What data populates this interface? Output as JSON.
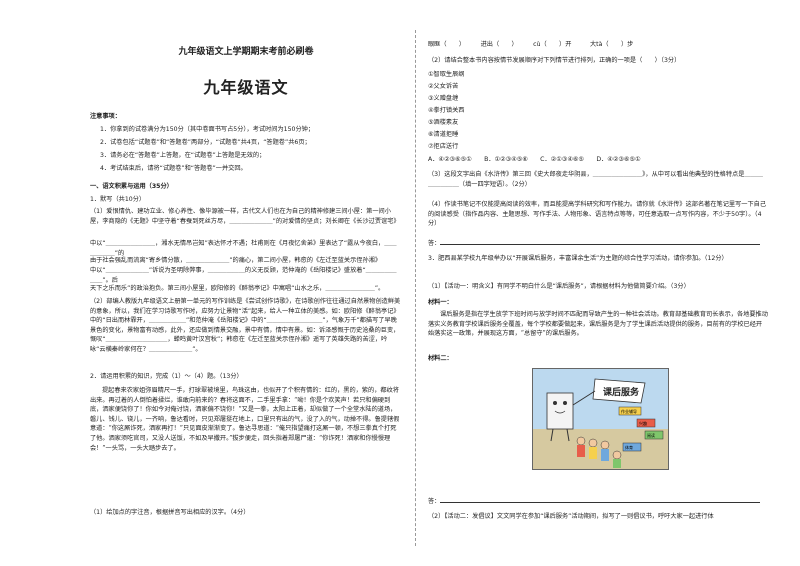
{
  "header": {
    "subtitle": "九年级语文上学期期末考前必刷卷",
    "title": "九年级语文"
  },
  "notes": {
    "heading": "注意事项：",
    "items": [
      "1．你拿到的试卷满分为150分（其中卷面书写占5分），考试时间为150分钟；",
      "2．试卷包括“试题卷”和“答题卷”两部分，“试题卷”共4页，“答题卷”共6页；",
      "3．请务必在“答题卷”上答题，在“试题卷”上答题是无效的；",
      "4．考试结束后，请将“试题卷”和“答题卷”一并交回。"
    ]
  },
  "left": {
    "section1": "一、语文积累与运用（35分）",
    "q1": "1．默写（共10分）",
    "q1_1": "（1）爱恨情仇、建功立业、修心养性、像毕源被一样，古代文人们也在为自己的精神修建三间小屋：第一间小屋，李商隐的《无题》中坚守着“春蚕到死丝方尽，＿＿＿＿＿＿＿”的对爱情的坚贞；刘长卿在《长沙过贾谊宅》",
    "q1_1b": "中以“＿＿＿＿＿＿＿＿，湘水无情吊岂知”表达怀才不遇；杜甫则在《月夜忆舍弟》里表达了“露从今夜白，＿＿＿＿＿＿”的",
    "q1_1c": "由于社会强乱而流离“寄乡情分散，＿＿＿＿＿＿＿”的痛心，第二间小屋，韩愈的《左迁至蓝关示侄孙湘》",
    "q1_1d": "中以“＿＿＿＿＿＿＿”诉说为圣明除弊事，＿＿＿＿＿＿的义无反顾，范仲淹的《岳阳楼记》盛放着“＿＿＿＿＿＿＿”。后",
    "q1_1e": "天下之乐而乐”的政治抱负。第三间小屋里，欧阳修的《醉翁亭记》中寓唱“山水之乐，＿＿＿＿＿＿＿＿”。",
    "q1_2": "（2）部编人教版九年级语文上册第一单元的写作训练是《尝试创作诗歌》，在诗歌创作往往通过自然景物创造鲜美的意象，所以，我们在学习诗歌写作时，应努力让景物“活”起来，给人一种立体的美感。如：欧阳修《醉翁亭记》中的“日出而林霏开，＿＿＿＿＿＿”和范仲淹《岳阳楼记》中的“＿＿＿＿＿＿＿＿＿”，气象万千”都描写了早晚景色的变化，景物富有动感，此外，还应做到情景交融，景中有情，情中有景。如：诉泽感慨于历史沧桑的巨变，慨叹“＿＿＿＿＿＿＿＿＿＿，蝉鸣黄叶汉宫秋”；韩愈在《左迁至蓝关示侄孙湘》遥写了英雄失路的苦涩，吟咏“云横秦岭家何在？＿＿＿＿＿＿＿”。",
    "q2": "2．请运用积累的知识，完成（1）～（4）题。（13分）",
    "passage": "提起春来农家姐弥眉精尺一手，打球翠被境里，鸟珠这由，也似开了个积有情的：红的，黑的，紫的，都纹将出来。再过着的人倒怕着揉烂，谁敢向前来的？春将这面不，二手里手拿：“呦！你是个欢笑声！若只和偏硬到底，洒家便饶你了！你如今对俺讨饶，洒家偏不饶你！”又是一拳，太阳上正着，却似做了一个全堂水陆的道场，磐儿、钱儿、铙儿，一齐响，鲁达看时，只见郑屠挺在地上，口里只有出的气，没了入的气，动掸不得。鲁提辖假意道：“你这厮诈死，洒家再打！”只见面皮渐渐变了。鲁达寻思道：“俺只指望痛打这厮一顿，不想三拳真个打死了他。洒家须吃官司，又没人送饭，不如及早撒开。”拔步便走，回头指着郑屠尸道：“你诈死！洒家和你慢慢理会！”一头骂，一头大踏步去了。",
    "q2_1": "（1）给加点的字注音，根据拼音写出相应的汉字。（4分）"
  },
  "right": {
    "pinyin_line": "眼眶（　　）　　　进出（　　）　　　cù（　　）开　　　大tà（　　）步",
    "q2_2": "（2）请结合整本书内容按情节发展顺序对下列情节进行排列，正确的一项是（　　）（3分）",
    "options": [
      "①智取生辰纲",
      "②父女诉苦",
      "③义赠盘缠",
      "④拳打镇关西",
      "⑤酒楼素友",
      "⑥清道拒睡",
      "⑦拒店送行"
    ],
    "choices": "A．④②③⑥⑤①　　B．①②③④⑤⑥　　C．②①③④⑥⑤　　D．④②③⑥⑤①",
    "q2_3": "（3）这段文字出自《水浒传》第三回《史大郎夜走华阴县，＿＿＿＿＿＿＿＿》，从中可以看出他典型的性格特点是＿＿＿＿＿＿＿＿（填一四字短语）。（2分）",
    "q2_4": "（4）作读书笔记不仅能提高阅读的效率，而且能提高学科研究和写作能力。请你就《水浒传》这部名著在笔记里写一下自己的阅读感受（指作品内容、主题思想、写作手法、人物形象、语言特点等等，可任意选取一点写作内容，不少于50字）。（4分）",
    "ans": "答：",
    "q3": "3．肥西县某学校九年级举办以“开展课后服务，丰富课余生活”为主题的综合性学习活动，请你参加。（12分）",
    "activity1": "（1）【活动一：明含义】有同学不明白什么是“课后服务”，请根据材料为他做简要介绍。（3分）",
    "material1_label": "材料一：",
    "material1": "课后服务是指在学生放学下班时间与放学时间不匹配而导致产生的一种社会活动。教育部基础教育司长表示，各地要推动落实义务教育学校课后服务全覆盖，每个学校都要做起来，课后服务是为了学生课后活动提供的服务，目前有的学校已经开始落实这一政策，并展现这方面，“总留守”的课后服务。",
    "material2_label": "材料二：",
    "image_caption": "课后服务",
    "image_tags": [
      "作业辅导",
      "兴趣",
      "阅读",
      "体育"
    ],
    "ans2": "答：",
    "activity2": "（2）【活动二：发倡议】文文同学在参加“课后服务”活动期间，拟写了一则倡议书，呼吁大家一起进行体"
  },
  "colors": {
    "ink": "#222222",
    "sky": "#bcd9ef",
    "ground": "#d6c9a0"
  }
}
